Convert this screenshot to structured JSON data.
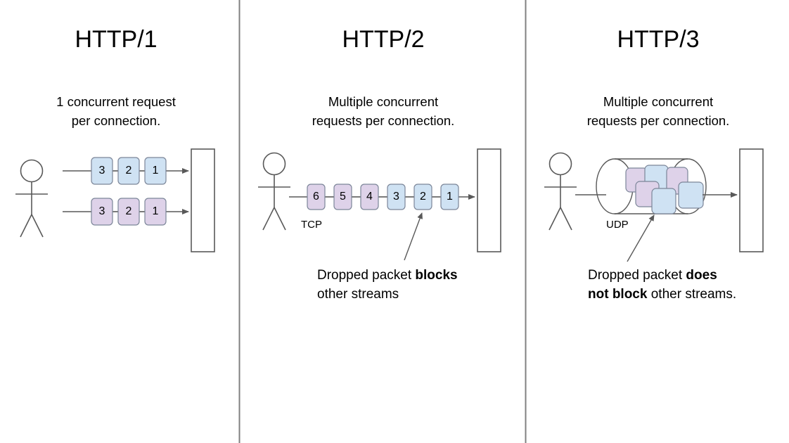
{
  "diagram": {
    "title_semantic": "http-version-comparison",
    "colors": {
      "packet_blue_fill": "#cfe2f3",
      "packet_purple_fill": "#ded2e9",
      "stroke": "#666666",
      "divider": "#808080",
      "text": "#000000",
      "background": "#ffffff"
    }
  },
  "panels": [
    {
      "id": "http1",
      "title": "HTTP/1",
      "subtitle": "1 concurrent request\nper connection.",
      "subtitle_line1": "1 concurrent request",
      "subtitle_line2": "per connection.",
      "actor": "stick-figure-client",
      "server": "server-rectangle",
      "transport_label": "",
      "streams": [
        {
          "name": "stream-blue",
          "color": "blue",
          "packets": [
            "3",
            "2",
            "1"
          ]
        },
        {
          "name": "stream-purple",
          "color": "purple",
          "packets": [
            "3",
            "2",
            "1"
          ]
        }
      ],
      "note": null
    },
    {
      "id": "http2",
      "title": "HTTP/2",
      "subtitle_line1": "Multiple concurrent",
      "subtitle_line2": "requests per connection.",
      "actor": "stick-figure-client",
      "server": "server-rectangle",
      "transport_label": "TCP",
      "streams": [
        {
          "name": "stream-single-tcp",
          "color": "mixed",
          "packets": [
            {
              "label": "6",
              "color": "purple"
            },
            {
              "label": "5",
              "color": "purple"
            },
            {
              "label": "4",
              "color": "purple"
            },
            {
              "label": "3",
              "color": "blue"
            },
            {
              "label": "2",
              "color": "blue"
            },
            {
              "label": "1",
              "color": "blue"
            }
          ]
        }
      ],
      "note": {
        "pre": "Dropped packet ",
        "bold": "blocks",
        "post": "",
        "line2": "other streams",
        "points_to": "packet-2"
      }
    },
    {
      "id": "http3",
      "title": "HTTP/3",
      "subtitle_line1": "Multiple concurrent",
      "subtitle_line2": "requests per connection.",
      "actor": "stick-figure-client",
      "server": "server-rectangle",
      "transport_label": "UDP",
      "cylinder": {
        "name": "udp-cylinder",
        "packets": [
          {
            "color": "purple"
          },
          {
            "color": "blue"
          },
          {
            "color": "purple"
          },
          {
            "color": "purple"
          },
          {
            "color": "blue"
          },
          {
            "color": "blue"
          }
        ]
      },
      "note": {
        "pre": "Dropped packet ",
        "bold": "does",
        "line2_bold": "not block",
        "line2_post": " other streams.",
        "points_to": "udp-packet-center"
      }
    }
  ]
}
